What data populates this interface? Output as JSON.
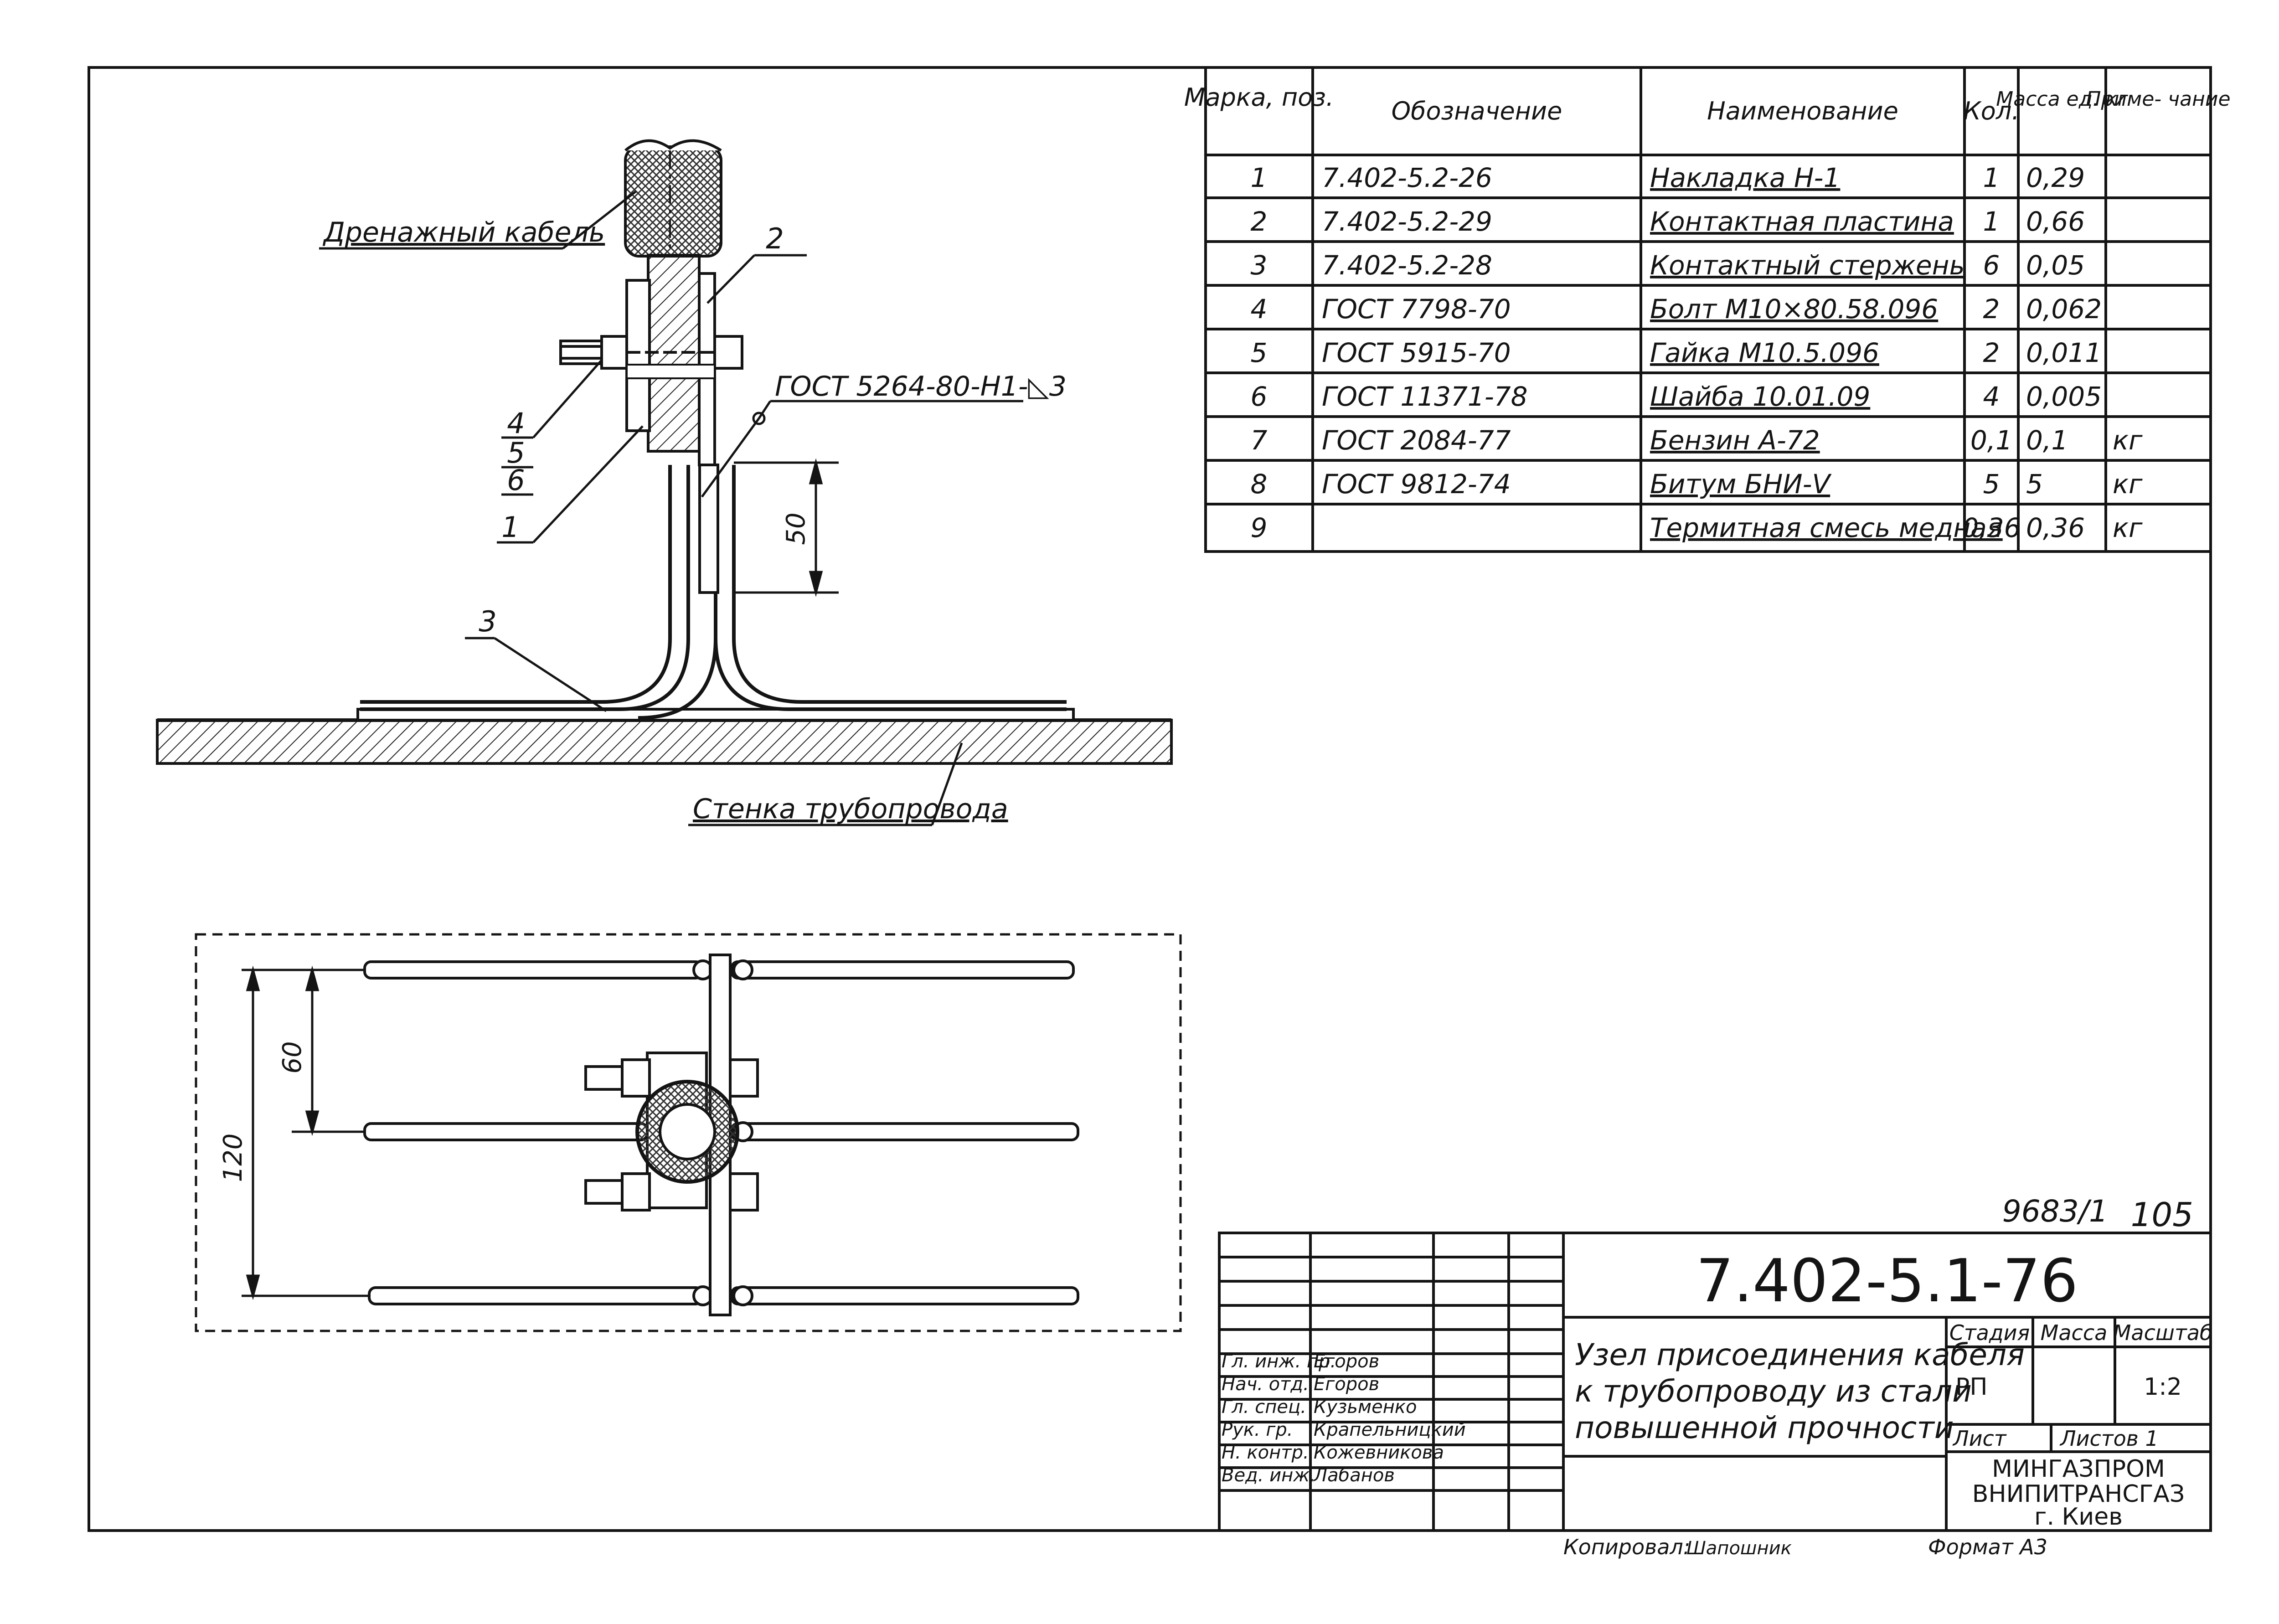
{
  "drawing": {
    "sheet_number": "9683/1",
    "page_number": "105",
    "code": "7.402-5.1-76",
    "labels": {
      "drainage_cable": "Дренажный кабель",
      "pipe_wall": "Стенка трубопровода",
      "gost_weld": "ГОСТ 5264-80-Н1-◺3",
      "pos_1": "1",
      "pos_2": "2",
      "pos_3": "3",
      "pos_4": "4",
      "pos_5": "5",
      "pos_6": "6",
      "dim_50": "50",
      "dim_60": "60",
      "dim_120": "120"
    }
  },
  "spec_table": {
    "headers": {
      "pos": "Марка, поз.",
      "designation": "Обозначение",
      "name": "Наименование",
      "qty": "Кол.",
      "mass": "Масса ед. кг",
      "note": "Приме- чание"
    },
    "rows": [
      {
        "pos": "1",
        "designation": "7.402-5.2-26",
        "name": "Накладка Н-1",
        "qty": "1",
        "mass": "0,29",
        "note": ""
      },
      {
        "pos": "2",
        "designation": "7.402-5.2-29",
        "name": "Контактная пластина",
        "qty": "1",
        "mass": "0,66",
        "note": ""
      },
      {
        "pos": "3",
        "designation": "7.402-5.2-28",
        "name": "Контактный стержень",
        "qty": "6",
        "mass": "0,05",
        "note": ""
      },
      {
        "pos": "4",
        "designation": "ГОСТ 7798-70",
        "name": "Болт М10×80.58.096",
        "qty": "2",
        "mass": "0,062",
        "note": ""
      },
      {
        "pos": "5",
        "designation": "ГОСТ 5915-70",
        "name": "Гайка М10.5.096",
        "qty": "2",
        "mass": "0,011",
        "note": ""
      },
      {
        "pos": "6",
        "designation": "ГОСТ 11371-78",
        "name": "Шайба 10.01.09",
        "qty": "4",
        "mass": "0,005",
        "note": ""
      },
      {
        "pos": "7",
        "designation": "ГОСТ 2084-77",
        "name": "Бензин А-72",
        "qty": "0,1",
        "mass": "0,1",
        "note": "кг"
      },
      {
        "pos": "8",
        "designation": "ГОСТ 9812-74",
        "name": "Битум БНИ-V",
        "qty": "5",
        "mass": "5",
        "note": "кг"
      },
      {
        "pos": "9",
        "designation": "",
        "name": "Термитная смесь медная",
        "qty": "0,36",
        "mass": "0,36",
        "note": "кг"
      }
    ]
  },
  "title_block": {
    "title": "Узел присоединения кабеля к трубопроводу из стали повышенной прочности",
    "title_lines": [
      "Узел присоединения кабеля",
      "к трубопроводу из стали",
      "повышенной прочности"
    ],
    "stage_label": "Стадия",
    "mass_label": "Масса",
    "scale_label": "Масштаб",
    "stage": "РП",
    "scale": "1:2",
    "sheet_label": "Лист",
    "sheets_label": "Листов 1",
    "org_lines": [
      "МИНГАЗПРОМ",
      "ВНИПИТРАНСГАЗ",
      "г. Киев"
    ],
    "roles": [
      {
        "role": "Гл. инж. пр.",
        "name": "Егоров"
      },
      {
        "role": "Нач. отд.",
        "name": "Егоров"
      },
      {
        "role": "Гл. спец.",
        "name": "Кузьменко"
      },
      {
        "role": "Рук. гр.",
        "name": "Крапельницкий"
      },
      {
        "role": "Н. контр.",
        "name": "Кожевникова"
      },
      {
        "role": "Вед. инж.",
        "name": "Лабанов"
      }
    ],
    "copied_by": "Копировал:",
    "copier_signature": "Шапошник",
    "format": "Формат А3"
  }
}
